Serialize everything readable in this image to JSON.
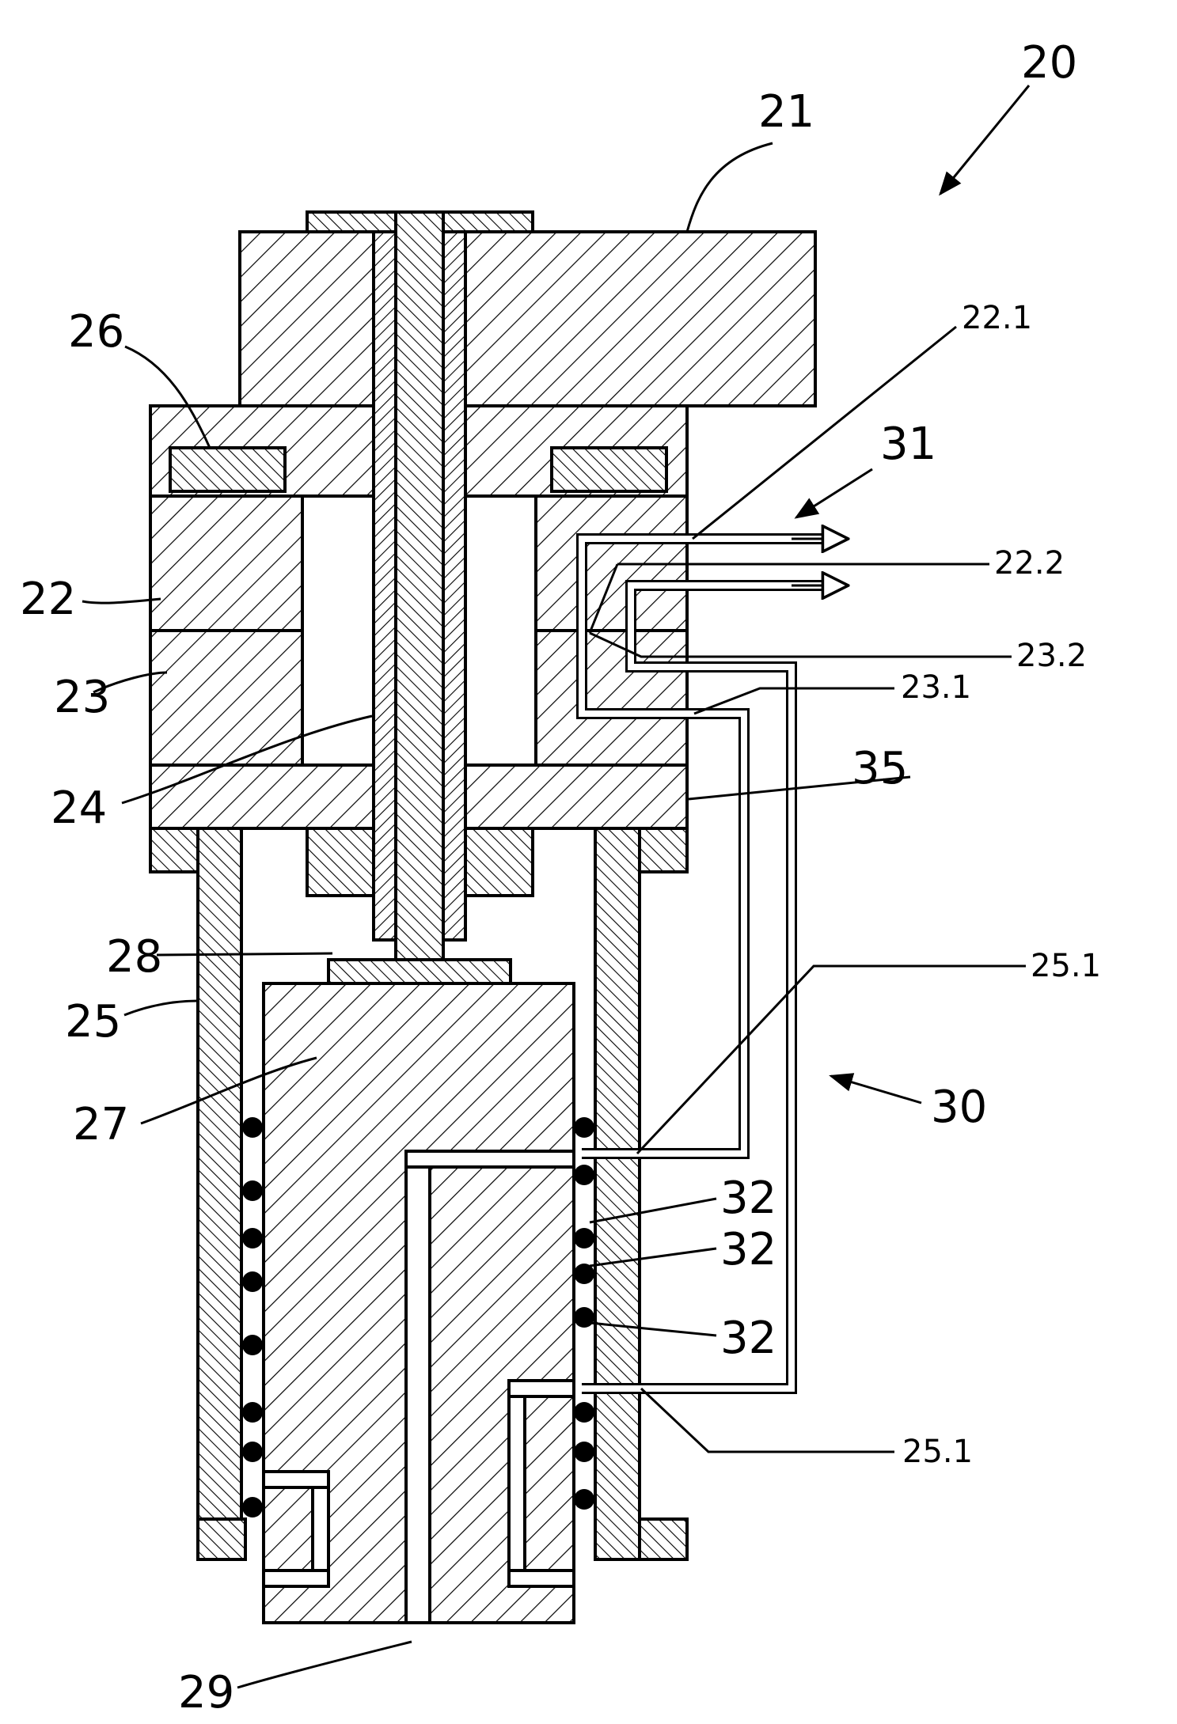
{
  "labels": {
    "l20": "20",
    "l21": "21",
    "l22_1": "22.1",
    "l26": "26",
    "l31": "31",
    "l22_2": "22.2",
    "l22": "22",
    "l23_2": "23.2",
    "l23": "23",
    "l23_1": "23.1",
    "l35": "35",
    "l24": "24",
    "l28": "28",
    "l25_1_top": "25.1",
    "l25": "25",
    "l30": "30",
    "l27": "27",
    "l32_a": "32",
    "l32_b": "32",
    "l32_c": "32",
    "l25_1_bottom": "25.1",
    "l29": "29"
  }
}
